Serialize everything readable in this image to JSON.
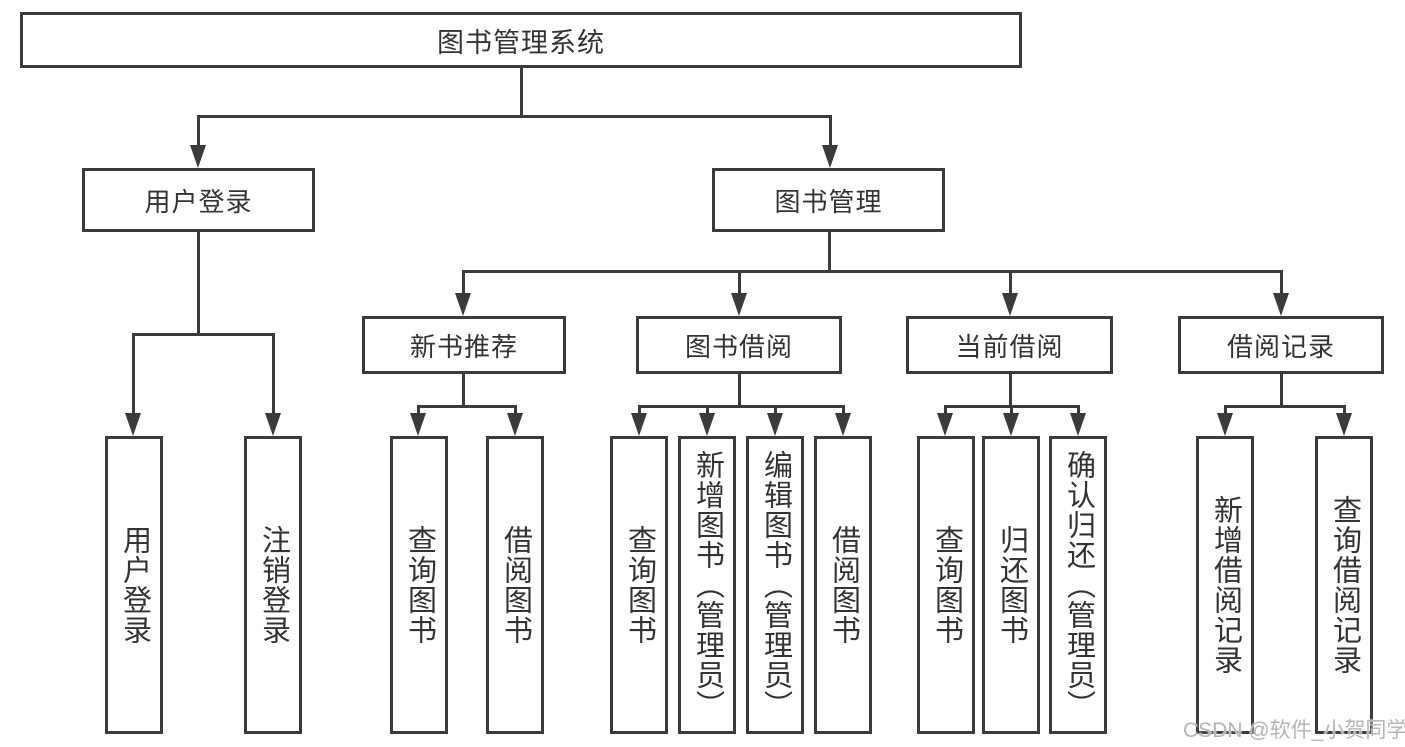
{
  "tree": {
    "root": {
      "label": "图书管理系统"
    },
    "branches": [
      {
        "label": "用户登录",
        "children": [
          {
            "label": "用户登录"
          },
          {
            "label": "注销登录"
          }
        ]
      },
      {
        "label": "图书管理",
        "children": [
          {
            "label": "新书推荐",
            "children": [
              {
                "label": "查询图书"
              },
              {
                "label": "借阅图书"
              }
            ]
          },
          {
            "label": "图书借阅",
            "children": [
              {
                "label": "查询图书"
              },
              {
                "label": "新增图书（管理员）"
              },
              {
                "label": "编辑图书（管理员）"
              },
              {
                "label": "借阅图书"
              }
            ]
          },
          {
            "label": "当前借阅",
            "children": [
              {
                "label": "查询图书"
              },
              {
                "label": "归还图书"
              },
              {
                "label": "确认归还（管理员）"
              }
            ]
          },
          {
            "label": "借阅记录",
            "children": [
              {
                "label": "新增借阅记录"
              },
              {
                "label": "查询借阅记录"
              }
            ]
          }
        ]
      }
    ]
  },
  "watermark": {
    "text": "CSDN @软件_小贺同学"
  },
  "colors": {
    "line": "#3b3b3b",
    "text": "#333333",
    "watermark": "#b5b5b5",
    "background": "#ffffff"
  }
}
